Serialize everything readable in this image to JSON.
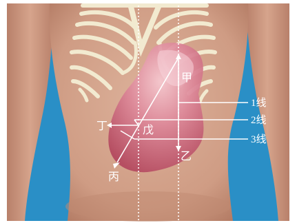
{
  "labels": {
    "jia": "甲",
    "yi": "乙",
    "bing": "丙",
    "ding": "丁",
    "wu": "戊",
    "line1": "1线",
    "line2": "2线",
    "line3": "3线"
  },
  "colors": {
    "background": "#2a8fc6",
    "skin": "#d6a48c",
    "skin_shadow": "#b98068",
    "ribs": "#f2ead0",
    "organ_light": "#f3b7c2",
    "organ_mid": "#d97a8e",
    "organ_dark": "#b65066",
    "lines": "#ffffff"
  }
}
